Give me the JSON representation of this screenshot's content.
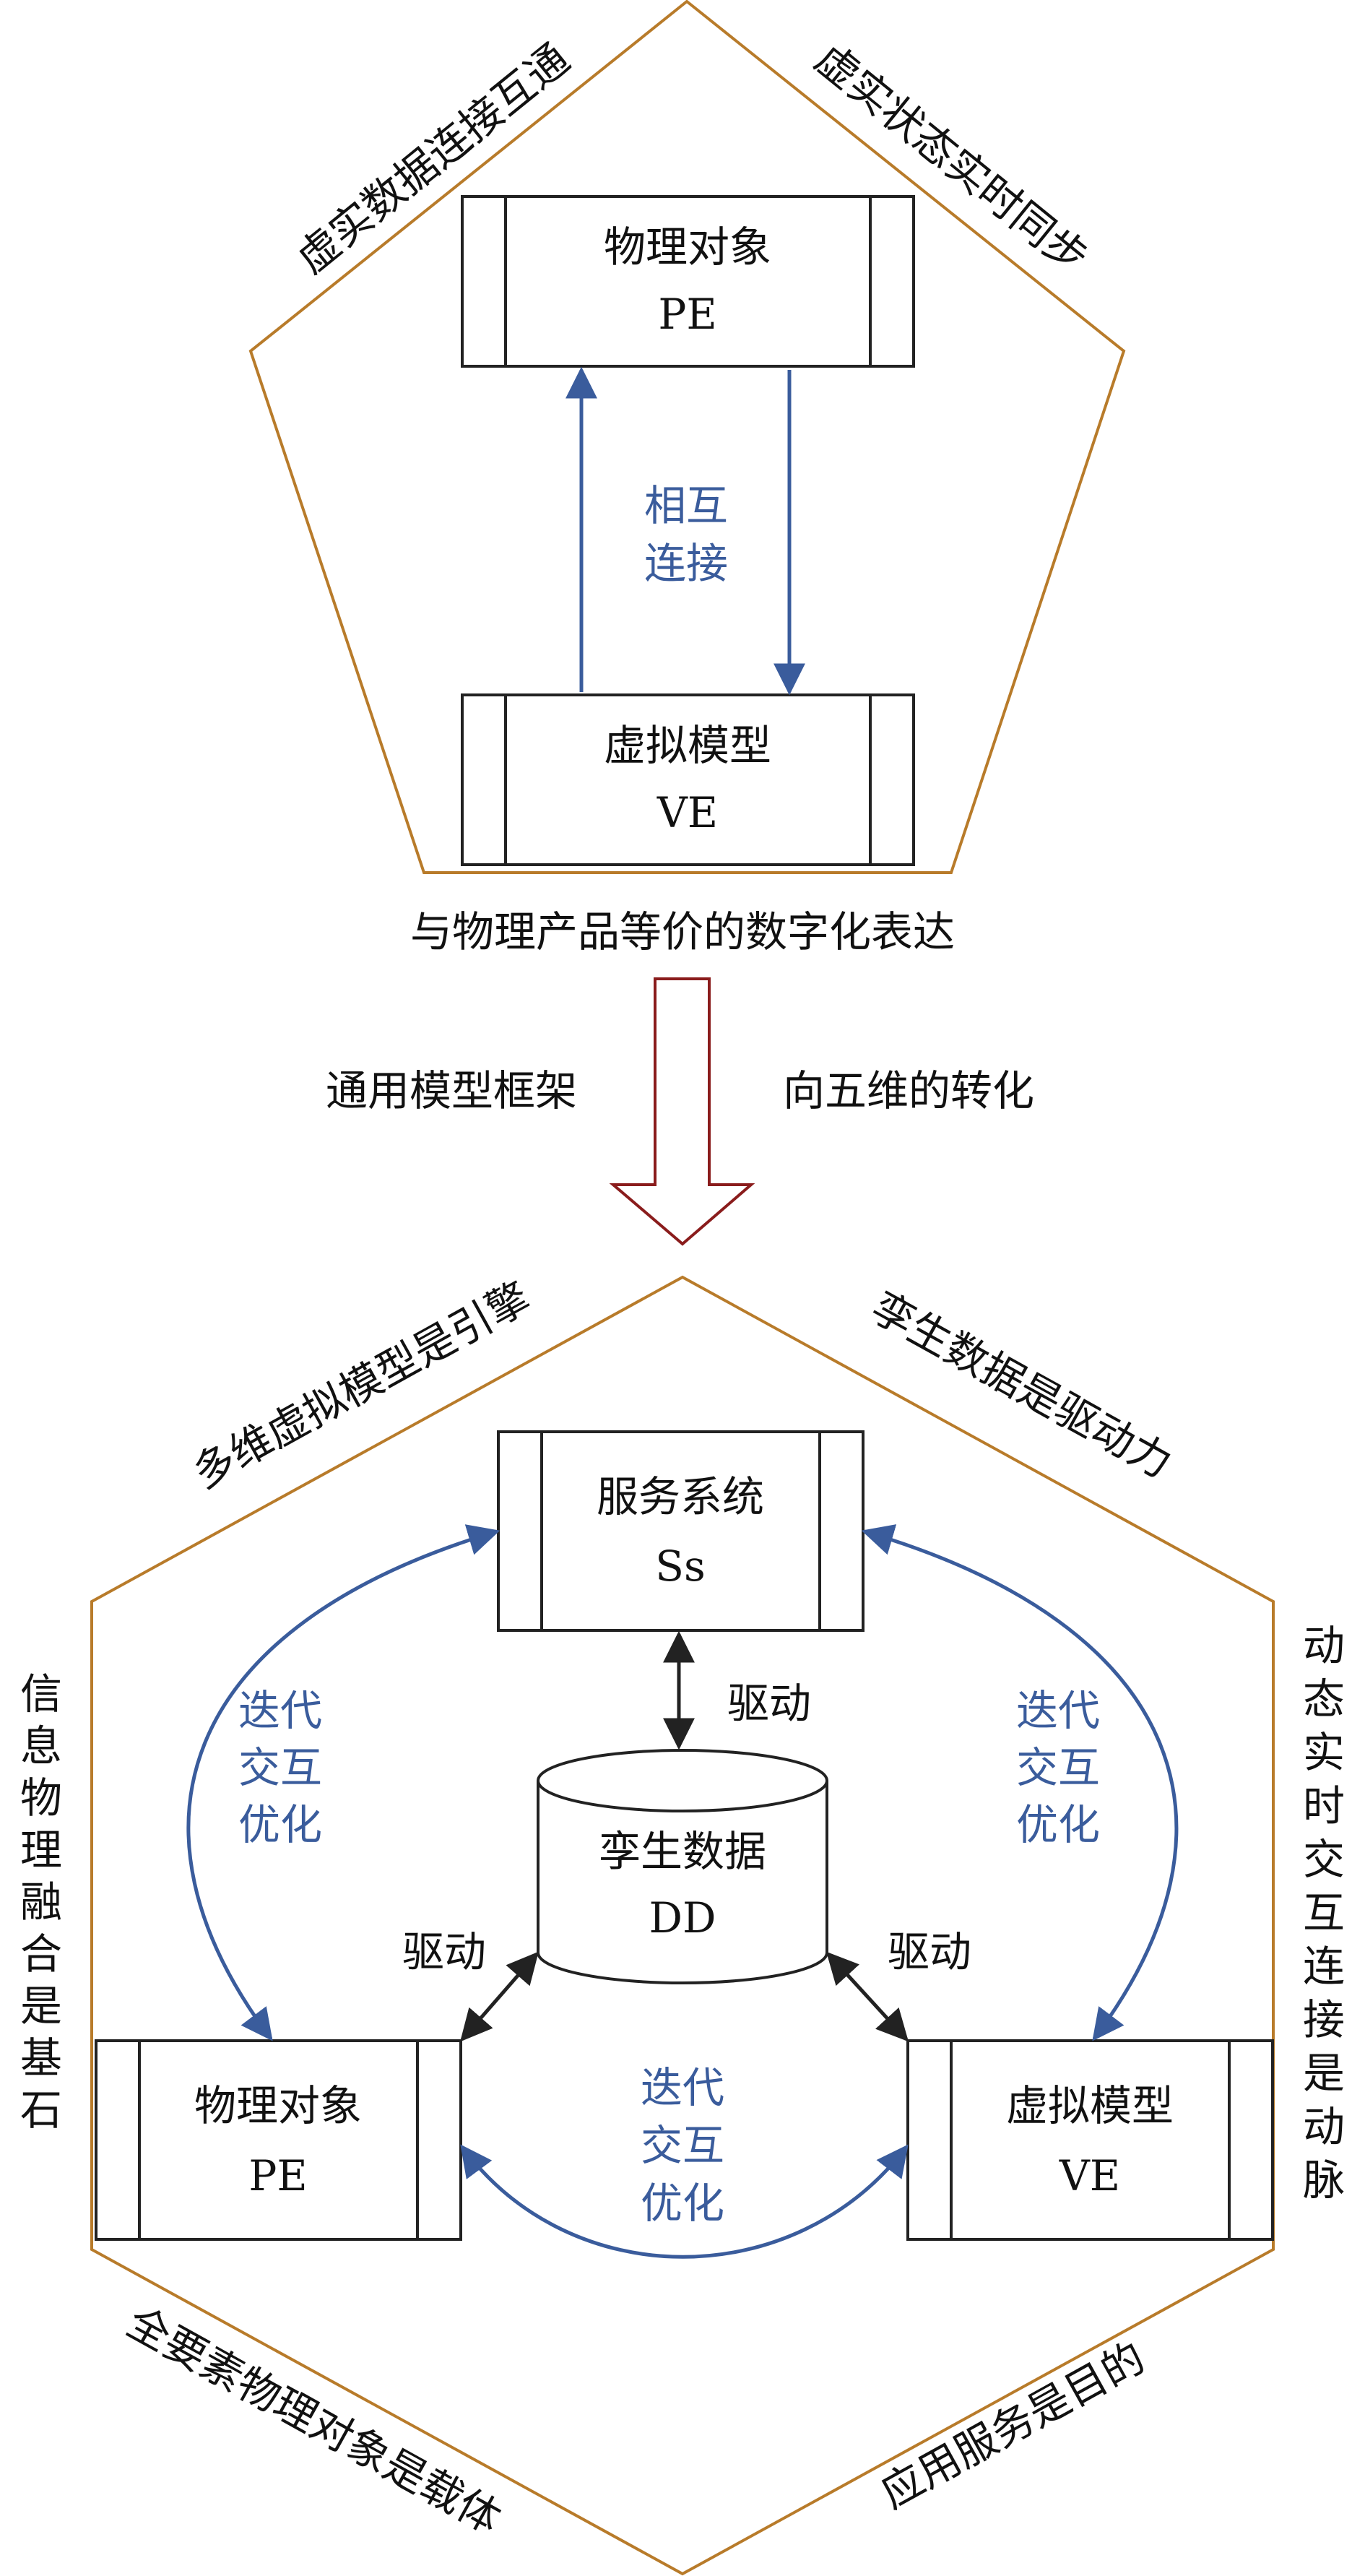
{
  "colors": {
    "frame": "#b87b2a",
    "box": "#222222",
    "accent_blue": "#3a5c9c",
    "down_arrow": "#8a1c1c",
    "text": "#111111"
  },
  "top": {
    "edge_left": "虚实数据连接互通",
    "edge_right": "虚实状态实时同步",
    "pe": {
      "title": "物理对象",
      "abbr": "PE"
    },
    "ve": {
      "title": "虚拟模型",
      "abbr": "VE"
    },
    "link_line1": "相互",
    "link_line2": "连接",
    "caption": "与物理产品等价的数字化表达"
  },
  "transition": {
    "left": "通用模型框架",
    "right": "向五维的转化"
  },
  "bottom": {
    "edge_top_left": "多维虚拟模型是引擎",
    "edge_top_right": "孪生数据是驱动力",
    "edge_left_vertical": [
      "信",
      "息",
      "物",
      "理",
      "融",
      "合",
      "是",
      "基",
      "石"
    ],
    "edge_right_vertical": [
      "动",
      "态",
      "实",
      "时",
      "交",
      "互",
      "连",
      "接",
      "是",
      "动",
      "脉"
    ],
    "edge_bottom_left": "全要素物理对象是载体",
    "edge_bottom_right": "应用服务是目的",
    "ss": {
      "title": "服务系统",
      "abbr": "Ss"
    },
    "dd": {
      "title": "孪生数据",
      "abbr": "DD"
    },
    "pe": {
      "title": "物理对象",
      "abbr": "PE"
    },
    "ve": {
      "title": "虚拟模型",
      "abbr": "VE"
    },
    "drive_top": "驱动",
    "drive_left": "驱动",
    "drive_right": "驱动",
    "iter_left": [
      "迭代",
      "交互",
      "优化"
    ],
    "iter_right": [
      "迭代",
      "交互",
      "优化"
    ],
    "iter_bottom": [
      "迭代",
      "交互",
      "优化"
    ]
  }
}
